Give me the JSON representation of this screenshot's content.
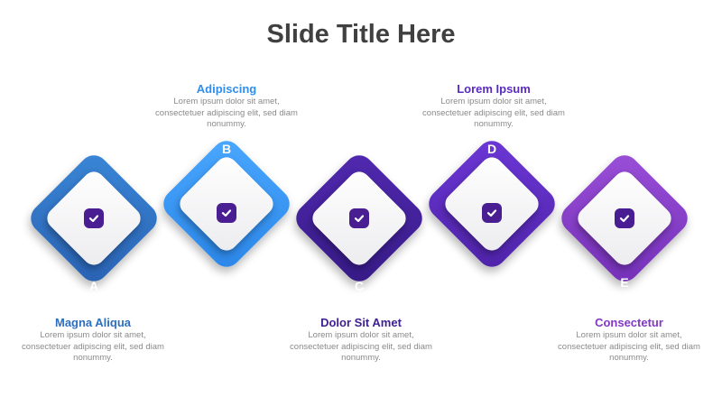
{
  "slide": {
    "title": "Slide Title Here"
  },
  "steps": [
    {
      "letter": "A",
      "heading": "Magna Aliqua",
      "text": "Lorem ipsum dolor sit amet, consectetuer adipiscing elit, sed diam nonummy.",
      "color": "#2d6fc0",
      "color_light": "#3a86d6",
      "icon": "check-icon"
    },
    {
      "letter": "B",
      "heading": "Adipiscing",
      "text": "Lorem ipsum dolor sit amet, consectetuer adipiscing elit, sed diam nonummy.",
      "color": "#2f8ef0",
      "color_light": "#45a2ff",
      "icon": "check-icon"
    },
    {
      "letter": "C",
      "heading": "Dolor Sit Amet",
      "text": "Lorem ipsum dolor sit amet, consectetuer adipiscing elit, sed diam nonummy.",
      "color": "#3e1f92",
      "color_light": "#5129b0",
      "icon": "check-icon"
    },
    {
      "letter": "D",
      "heading": "Lorem Ipsum",
      "text": "Lorem ipsum dolor sit amet, consectetuer adipiscing elit, sed diam nonummy.",
      "color": "#5a2bc0",
      "color_light": "#6c37d6",
      "icon": "check-icon"
    },
    {
      "letter": "E",
      "heading": "Consectetur",
      "text": "Lorem ipsum dolor sit amet, consectetuer adipiscing elit, sed diam nonummy.",
      "color": "#8238c4",
      "color_light": "#9a4fd8",
      "icon": "check-icon"
    }
  ]
}
